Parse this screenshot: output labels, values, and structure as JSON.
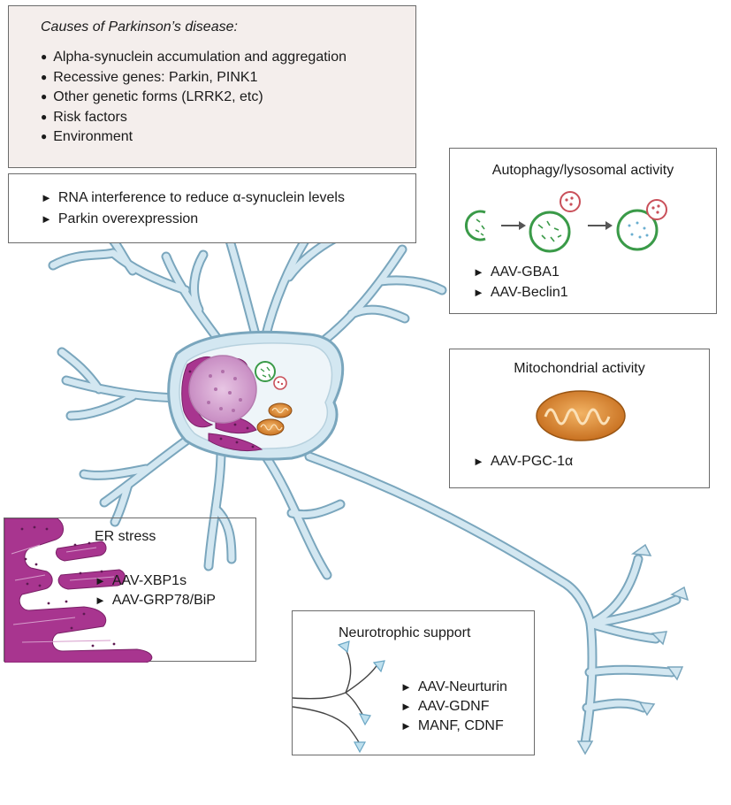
{
  "causes": {
    "title": "Causes of Parkinson’s disease:",
    "items": [
      "Alpha-synuclein accumulation and aggregation",
      "Recessive genes: Parkin, PINK1",
      "Other genetic forms (LRRK2, etc)",
      "Risk factors",
      "Environment"
    ]
  },
  "gene_therapy": {
    "items": [
      "RNA interference to reduce α-synuclein levels",
      "Parkin overexpression"
    ]
  },
  "autophagy": {
    "title": "Autophagy/lysosomal activity",
    "items": [
      "AAV-GBA1",
      "AAV-Beclin1"
    ]
  },
  "mitochondria": {
    "title": "Mitochondrial activity",
    "items": [
      "AAV-PGC-1α"
    ]
  },
  "er_stress": {
    "title": "ER stress",
    "items": [
      "AAV-XBP1s",
      "AAV-GRP78/BiP"
    ]
  },
  "neurotrophic": {
    "title": "Neurotrophic support",
    "items": [
      "AAV-Neurturin",
      "AAV-GDNF",
      "MANF, CDNF"
    ]
  },
  "colors": {
    "neuron_fill": "#d3e7f1",
    "neuron_outline": "#7aa6bd",
    "er_purple": "#a8358f",
    "mito_orange": "#d8872d",
    "lysosome_red": "#c9505a",
    "autophagosome_green": "#3a9a48",
    "causes_background": "#f4eeec"
  }
}
